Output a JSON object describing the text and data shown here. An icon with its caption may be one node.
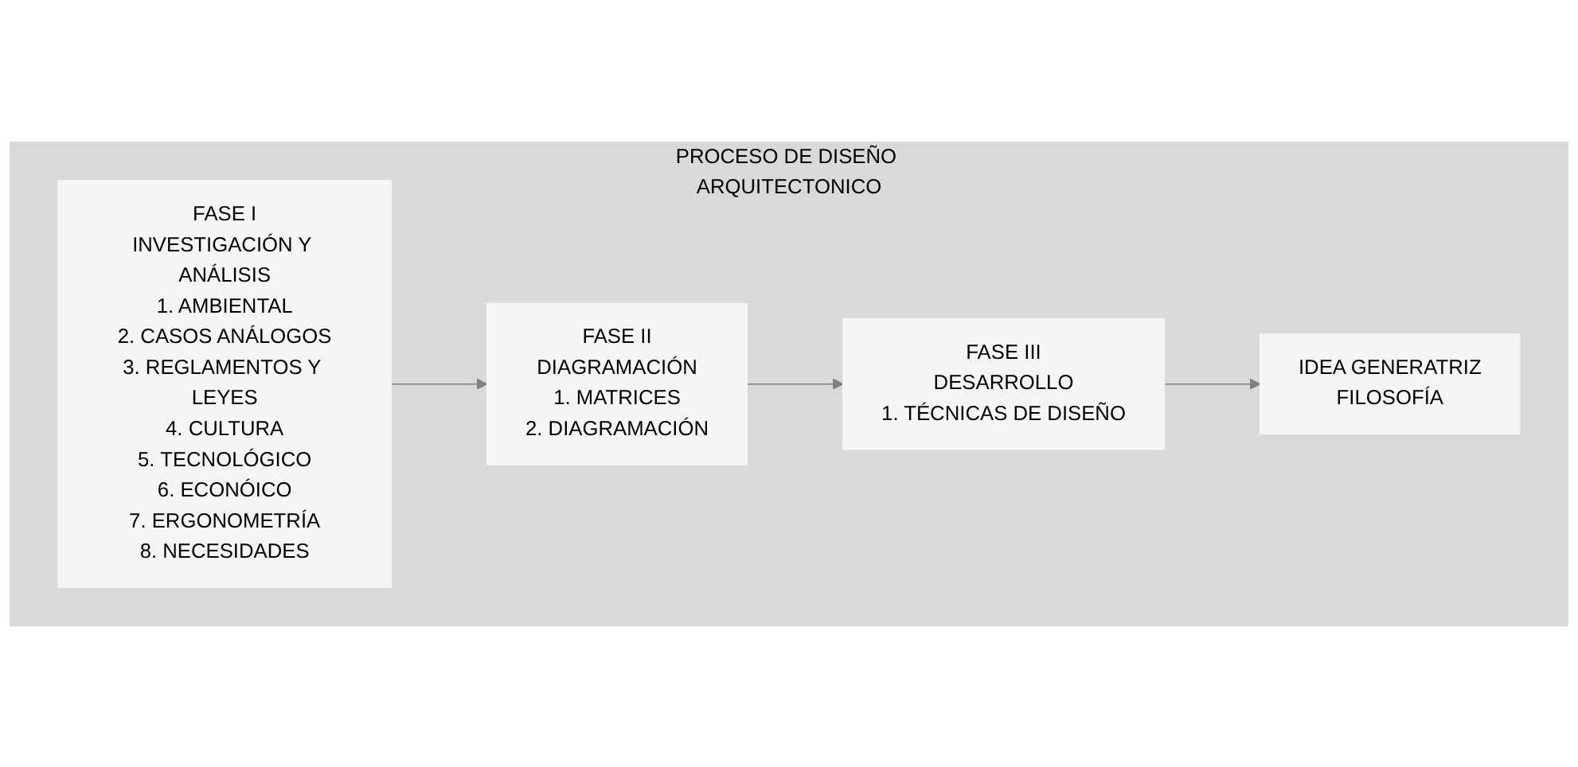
{
  "diagram": {
    "nodes": [
      {
        "text": [
          "PROCESO DE DISEÑO ARQUITECTONICO"
        ]
      },
      {
        "text": [
          "FASE I",
          "INVESTIGACIÓN Y ANÁLISIS",
          "1. AMBIENTAL",
          "2. CASOS ANÁLOGOS",
          "3. REGLAMENTOS Y LEYES",
          "4. CULTURA",
          "5. TECNOLÓGICO",
          "6. ECONÓICO",
          "7. ERGONOMETRÍA",
          "8. NECESIDADES"
        ],
        "in": 0
      },
      {
        "text": [
          "FASE II",
          "DIAGRAMACIÓN",
          "1. MATRICES",
          "2. DIAGRAMACIÓN"
        ],
        "in": 0
      },
      {
        "text": [
          "FASE III",
          "DESARROLLO",
          "1. TÉCNICAS DE DISEÑO"
        ],
        "in": 0
      },
      {
        "text": [
          "IDEA GENERATRIZ",
          "FILOSOFÍA"
        ],
        "in": 0
      }
    ],
    "edges": [
      {
        "from": 1,
        "to": 2,
        "arrow": "to"
      },
      {
        "from": 2,
        "to": 3,
        "arrow": "to"
      },
      {
        "from": 3,
        "to": 4,
        "arrow": "to"
      }
    ]
  }
}
